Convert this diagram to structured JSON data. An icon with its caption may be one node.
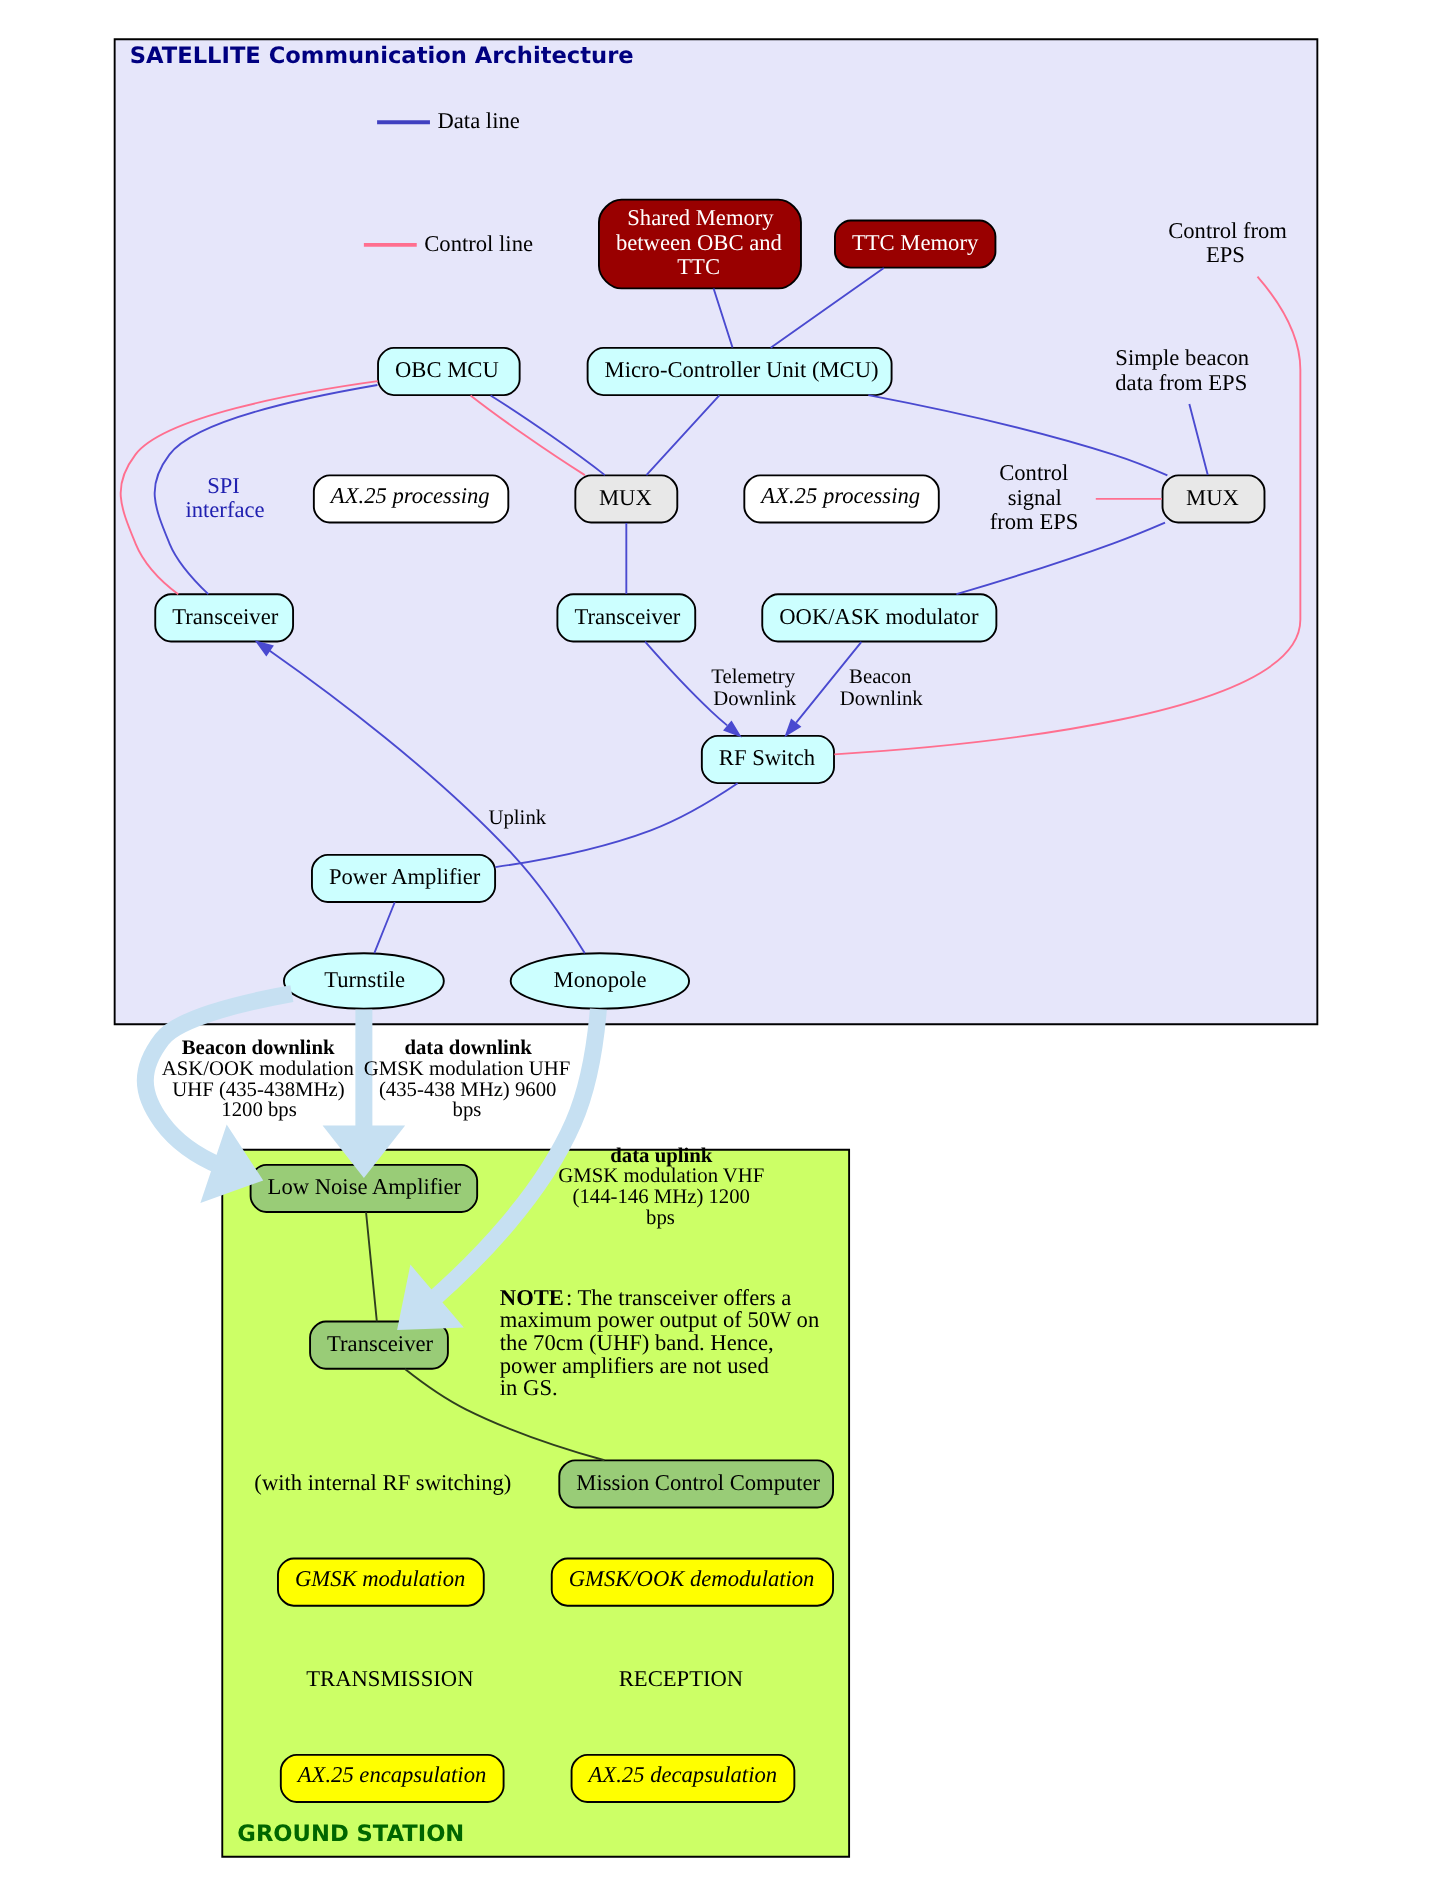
{
  "diagram": {
    "nodes": [
      {
        "text": [
          "SATELLITE Communication Architecture"
        ]
      },
      {
        "text": [
          "Shared Memory between OBC and TTC"
        ],
        "in": 0
      },
      {
        "text": [
          "TTC Memory"
        ],
        "in": 0
      },
      {
        "text": [
          "Control from EPS"
        ],
        "in": 0
      },
      {
        "text": [
          "OBC MCU"
        ],
        "in": 0
      },
      {
        "text": [
          "Micro-Controller Unit (MCU)"
        ],
        "in": 0
      },
      {
        "text": [
          "Simple beacon data from EPS"
        ],
        "in": 0
      },
      {
        "text": [
          "AX.25 processing"
        ],
        "in": 0
      },
      {
        "text": [
          "MUX"
        ],
        "in": 0
      },
      {
        "text": [
          "AX.25 processing"
        ],
        "in": 0
      },
      {
        "text": [
          "MUX"
        ],
        "in": 0
      },
      {
        "text": [
          "Control signal from EPS"
        ],
        "in": 0
      },
      {
        "text": [
          "Transceiver"
        ],
        "in": 0
      },
      {
        "text": [
          "Transceiver"
        ],
        "in": 0
      },
      {
        "text": [
          "OOK/ASK modulator"
        ],
        "in": 0
      },
      {
        "text": [
          "RF Switch"
        ],
        "in": 0
      },
      {
        "text": [
          "Power Amplifier"
        ],
        "in": 0
      },
      {
        "text": [
          "Monopole"
        ],
        "in": 0
      },
      {
        "text": [
          "Turnstile"
        ],
        "in": 0
      },
      {
        "text": [
          "GROUND STATION"
        ]
      },
      {
        "text": [
          "Low Noise Amplifier"
        ],
        "in": 19
      },
      {
        "text": [
          "Transceiver"
        ],
        "in": 19
      },
      {
        "text": [
          "Mission Control Computer"
        ],
        "in": 19
      },
      {
        "text": [
          "GMSK modulation"
        ],
        "in": 19
      },
      {
        "text": [
          "GMSK/OOK demodulation"
        ],
        "in": 19
      },
      {
        "text": [
          "AX.25 encapsulation"
        ],
        "in": 19
      },
      {
        "text": [
          "AX.25 decapsulation"
        ],
        "in": 19
      }
    ],
    "edges": [
      {
        "from": 1,
        "to": 5,
        "arrow": "none"
      },
      {
        "from": 2,
        "to": 5,
        "arrow": "none"
      },
      {
        "from": 3,
        "to": 15,
        "arrow": "none",
        "color": "#ff6f8f"
      },
      {
        "from": 4,
        "to": 12,
        "arrow": "none",
        "color": "#ff6f8f"
      },
      {
        "from": 4,
        "to": 12,
        "arrow": "none"
      },
      {
        "from": 4,
        "to": 8,
        "arrow": "none",
        "color": "#ff6f8f"
      },
      {
        "from": 4,
        "to": 8,
        "arrow": "none"
      },
      {
        "from": 5,
        "to": 8,
        "arrow": "none"
      },
      {
        "from": 8,
        "to": 13,
        "arrow": "none"
      },
      {
        "from": 5,
        "to": 10,
        "arrow": "none"
      },
      {
        "from": 6,
        "to": 10,
        "arrow": "none"
      },
      {
        "from": 11,
        "to": 10,
        "arrow": "none",
        "color": "#ff6f8f"
      },
      {
        "from": 10,
        "to": 14,
        "arrow": "none"
      },
      {
        "from": 13,
        "to": 15,
        "arrow": "to",
        "label": "Telemetry Downlink"
      },
      {
        "from": 14,
        "to": 15,
        "arrow": "to",
        "label": "Beacon Downlink"
      },
      {
        "from": 15,
        "to": 16,
        "arrow": "none"
      },
      {
        "from": 16,
        "to": 18,
        "arrow": "none"
      },
      {
        "from": 17,
        "to": 12,
        "arrow": "to",
        "label": "Uplink"
      },
      {
        "from": 17,
        "to": 21,
        "arrow": "to",
        "style": "thick",
        "color": "#c6e0f2",
        "label": "**data uplink** GMSK modulation VHF (144-146 MHz) 1200 bps"
      },
      {
        "from": 18,
        "to": 20,
        "arrow": "to",
        "style": "thick",
        "color": "#c6e0f2",
        "label": "**data downlink** GMSK modulation UHF (435-438 MHz) 9600 bps"
      },
      {
        "from": 18,
        "to": 20,
        "arrow": "to",
        "style": "thick",
        "color": "#c6e0f2",
        "label": "**Beacon downlink** ASK/OOK modulation UHF (435-438MHz) 1200 bps"
      },
      {
        "from": 20,
        "to": 21,
        "arrow": "none",
        "color": "#2f3f1f"
      },
      {
        "from": 21,
        "to": 22,
        "arrow": "none",
        "color": "#2f3f1f"
      }
    ],
    "labels": [
      "SPI interface",
      "**NOTE**: The transceiver offers a maximum power output of 50W on the 70cm (UHF) band. Hence, power amplifiers are not used in GS.",
      "(with internal RF switching)",
      "TRANSMISSION",
      "RECEPTION"
    ],
    "legend": [
      {
        "text": "Data line"
      },
      {
        "text": "Control line"
      }
    ]
  }
}
